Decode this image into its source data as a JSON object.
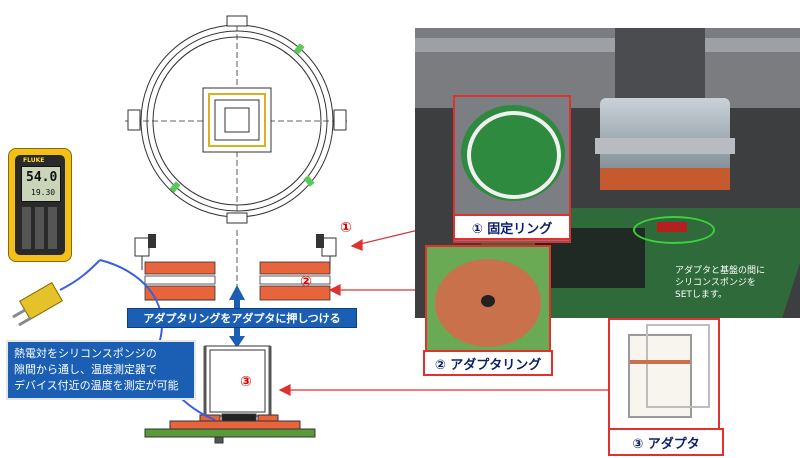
{
  "thermometer": {
    "reading_main": "54.0",
    "reading_sub": "19.30",
    "brand": "FLUKE"
  },
  "banner": {
    "text": "アダプタリングをアダプタに押しつける"
  },
  "note": {
    "lines": [
      "熱電対をシリコンスポンジの",
      "隙間から通し、温度測定器で",
      "デバイス付近の温度を測定が可能"
    ]
  },
  "labels": {
    "fixing_ring": "① 固定リング",
    "adapter_ring": "② アダプタリング",
    "adapter": "③ アダプタ"
  },
  "markers": {
    "m1": "①",
    "m2": "②",
    "m3": "③"
  },
  "green_note": {
    "lines": [
      "アダプタと基盤の間に",
      "シリコンスポンジを",
      "SETします。"
    ]
  },
  "colors": {
    "accent_red": "#e03030",
    "banner_blue": "#1a5fb4",
    "ring_orange": "#e8643c",
    "pcb_green": "#5a9a3a"
  }
}
